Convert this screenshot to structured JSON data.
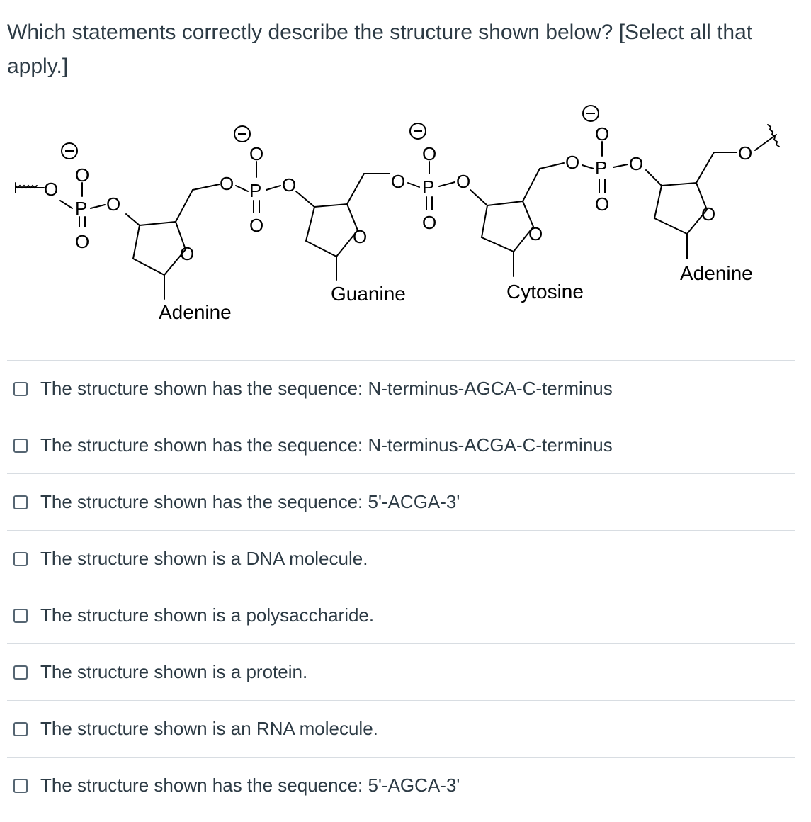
{
  "question": {
    "text": "Which statements correctly describe the structure shown below? [Select all that apply.]"
  },
  "figure": {
    "atoms": {
      "oxygen": "O",
      "phosphorus": "P",
      "negative_charge": "−"
    },
    "bases": [
      "Adenine",
      "Guanine",
      "Cytosine",
      "Adenine"
    ]
  },
  "answers": [
    {
      "label": "The structure shown has the sequence: N-terminus-AGCA-C-terminus",
      "checked": false
    },
    {
      "label": "The structure shown has the sequence: N-terminus-ACGA-C-terminus",
      "checked": false
    },
    {
      "label": "The structure shown has the sequence: 5'-ACGA-3'",
      "checked": false
    },
    {
      "label": "The structure shown is a DNA molecule.",
      "checked": false
    },
    {
      "label": "The structure shown is a polysaccharide.",
      "checked": false
    },
    {
      "label": "The structure shown is a protein.",
      "checked": false
    },
    {
      "label": "The structure shown is an RNA molecule.",
      "checked": false
    },
    {
      "label": "The structure shown has the sequence: 5'-AGCA-3'",
      "checked": false
    }
  ]
}
